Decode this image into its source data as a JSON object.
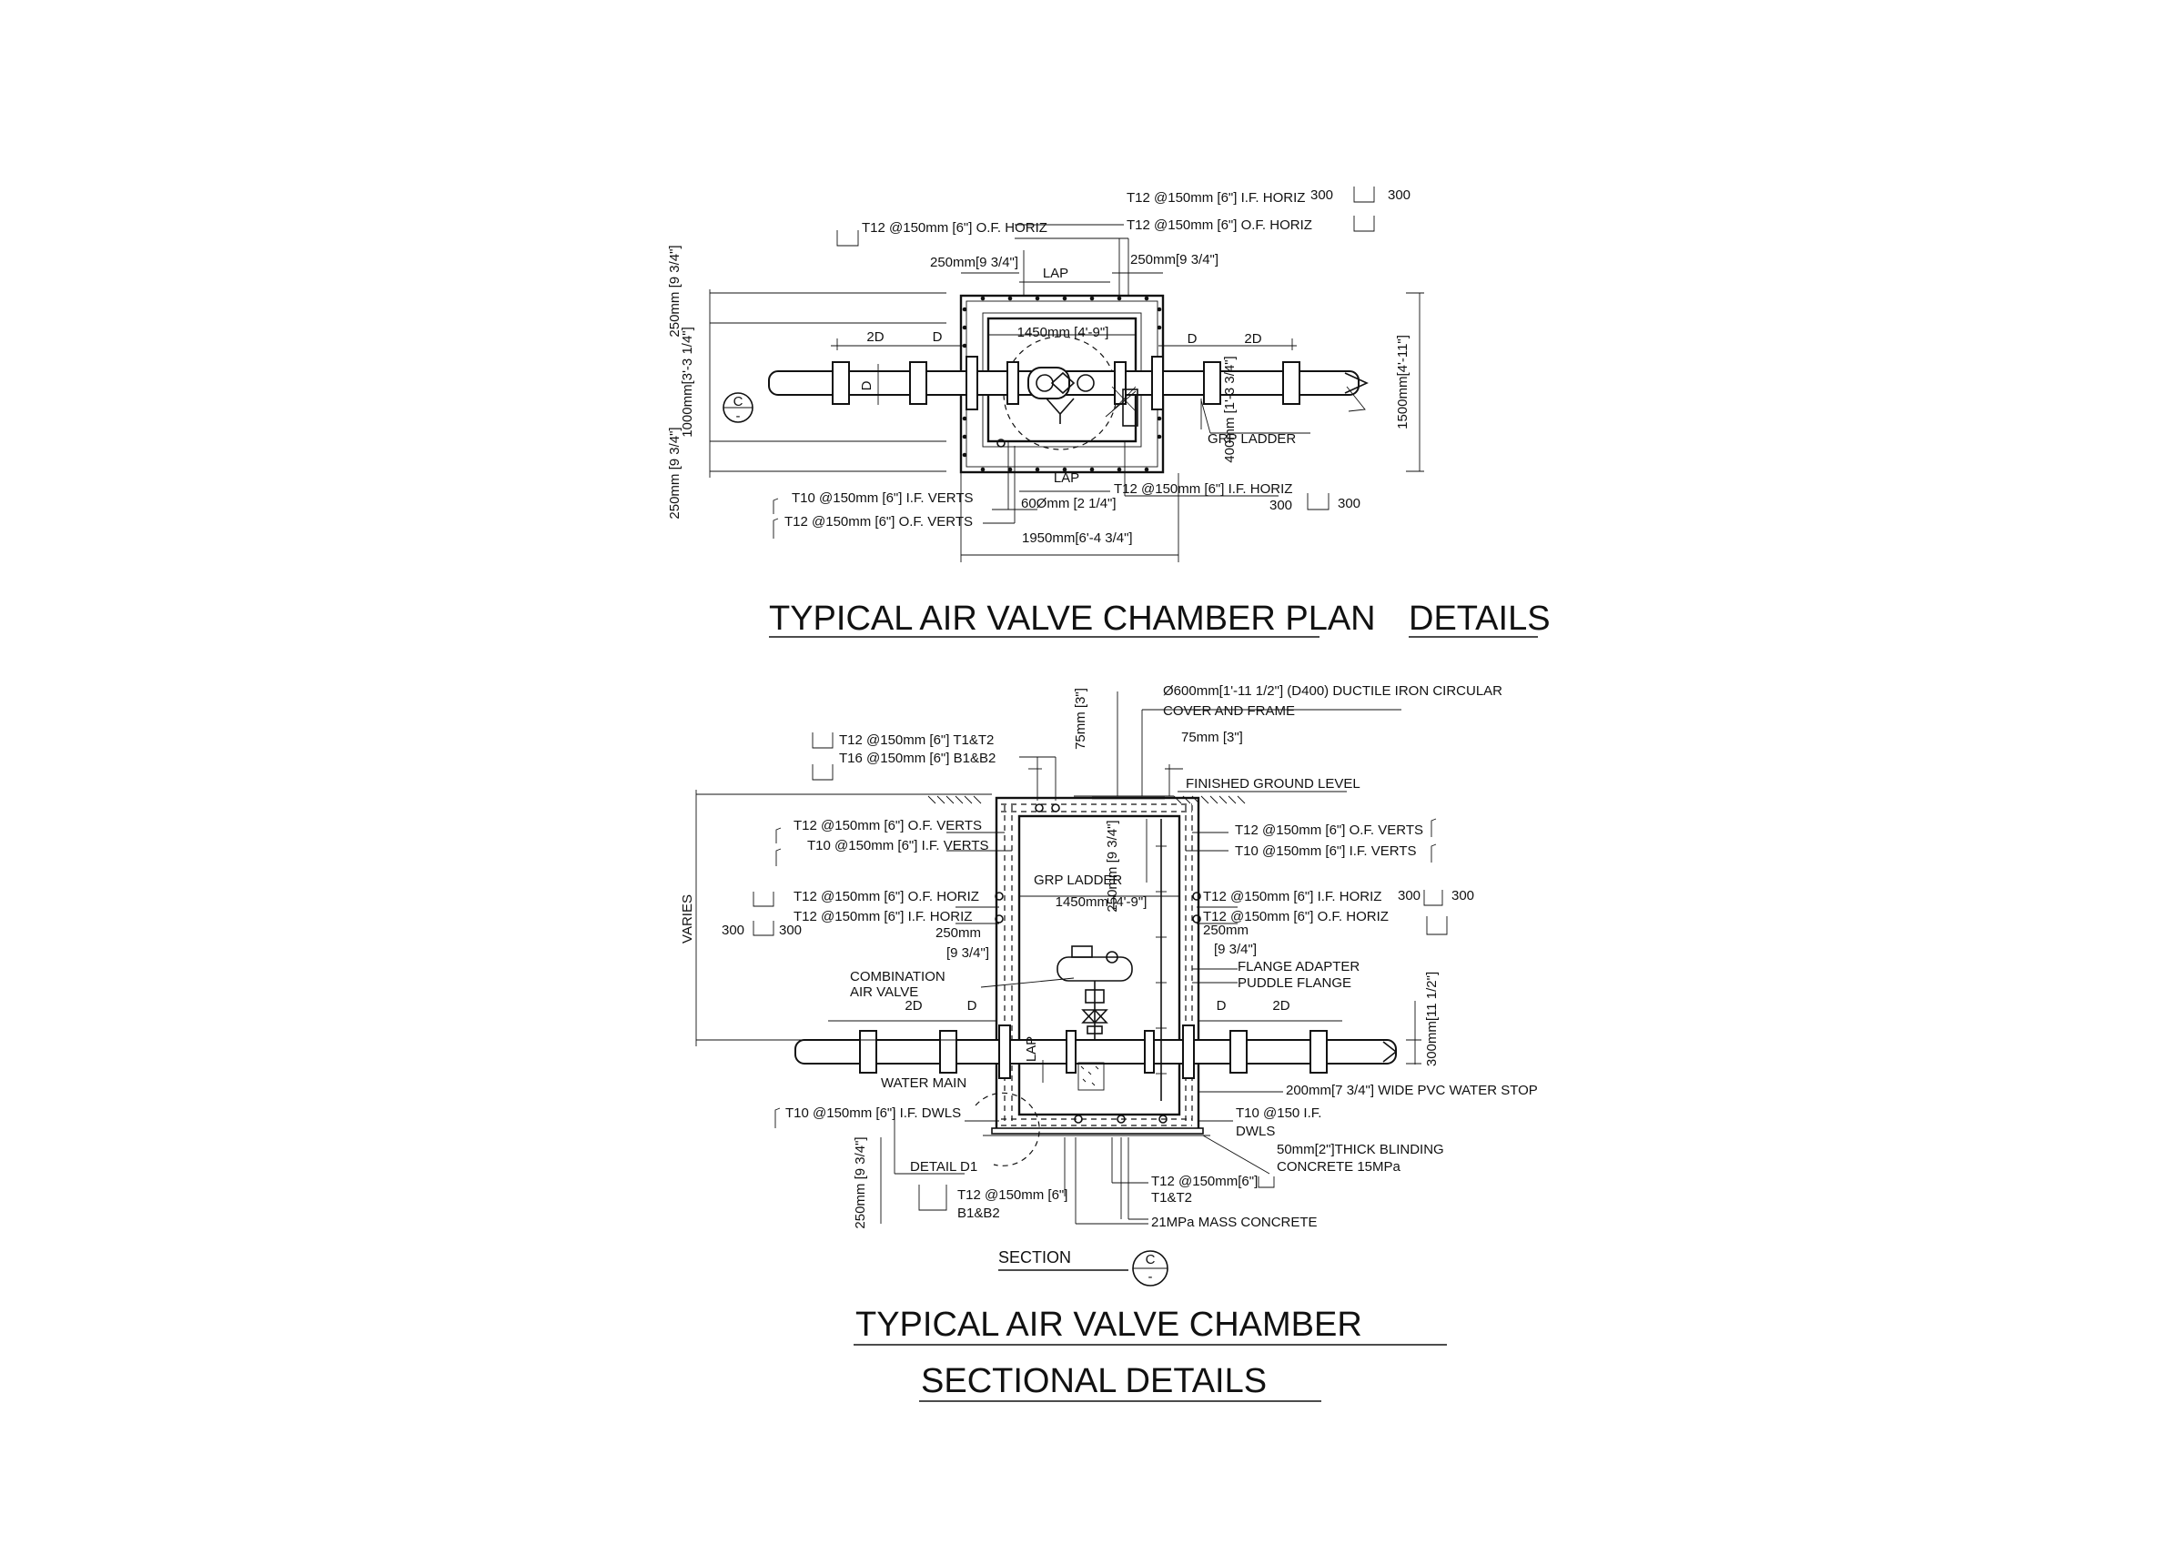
{
  "plan": {
    "title_left": "TYPICAL AIR VALVE CHAMBER PLAN",
    "title_right": "DETAILS",
    "labels": {
      "if_horiz_top": "T12 @150mm [6\"] I.F. HORIZ",
      "of_horiz_top_right": "T12 @150mm [6\"] O.F. HORIZ",
      "of_horiz_top_left": "T12 @150mm [6\"] O.F. HORIZ",
      "dim_300_a": "300",
      "dim_300_b": "300",
      "dim_250_left": "250mm[9 3/4\"]",
      "dim_250_right": "250mm[9 3/4\"]",
      "lap_top": "LAP",
      "lap_bottom": "LAP",
      "dim_1450": "1450mm [4'-9\"]",
      "dim_2d_left": "2D",
      "dim_d_left": "D",
      "dim_d_right": "D",
      "dim_2d_right": "2D",
      "dim_d_vert": "D",
      "dim_250_top_vert": "250mm [9 3/4\"]",
      "dim_1000_vert": "1000mm[3'-3 1/4\"]",
      "dim_250_bot_vert": "250mm [9 3/4\"]",
      "dim_1500_vert": "1500mm[4'-11\"]",
      "dim_400_vert": "400mm [1'-3 3/4\"]",
      "grp_ladder": "GRP LADDER",
      "t10_if_verts": "T10 @150mm [6\"] I.F. VERTS",
      "t12_of_verts": "T12 @150mm [6\"] O.F. VERTS",
      "dim_600": "60Ømm [2 1/4\"]",
      "t12_if_horiz_bottom": "T12 @150mm [6\"] I.F. HORIZ",
      "dim_300_c": "300",
      "dim_300_d": "300",
      "dim_1950": "1950mm[6'-4 3/4\"]",
      "section_mark_letter": "C",
      "section_mark_sub": "-"
    }
  },
  "section": {
    "title_line1": "TYPICAL AIR VALVE CHAMBER",
    "title_line2": "SECTIONAL DETAILS",
    "caption": "SECTION",
    "mark_letter": "C",
    "mark_sub": "-",
    "labels": {
      "cover": "Ø600mm[1'-11 1/2\"] (D400) DUCTILE IRON CIRCULAR",
      "cover2": "COVER AND FRAME",
      "dim_75_vert": "75mm [3\"]",
      "dim_75_horiz": "75mm [3\"]",
      "fgl": "FINISHED GROUND LEVEL",
      "t12_t1t2": "T12 @150mm [6\"] T1&T2",
      "t16_b1b2": "T16 @150mm [6\"] B1&B2",
      "l_of_verts": "T12 @150mm [6\"] O.F. VERTS",
      "l_if_verts": "T10 @150mm [6\"] I.F. VERTS",
      "r_of_verts": "T12 @150mm [6\"] O.F. VERTS",
      "r_if_verts": "T10 @150mm [6\"] I.F. VERTS",
      "dim_250_slab": "250mm [9 3/4\"]",
      "grp_ladder": "GRP LADDER",
      "dim_1450": "1450mm [4'-9\"]",
      "l_of_horiz": "T12 @150mm [6\"] O.F. HORIZ",
      "l_if_horiz": "T12 @150mm [6\"] I.F. HORIZ",
      "r_if_horiz": "T12 @150mm [6\"] I.F. HORIZ",
      "r_of_horiz": "T12 @150mm [6\"] O.F. HORIZ",
      "dim_250_l": "250mm",
      "dim_250_l2": "[9 3/4\"]",
      "dim_250_r": "250mm",
      "dim_250_r2": "[9 3/4\"]",
      "varies": "VARIES",
      "dim_300_l1": "300",
      "dim_300_l2": "300",
      "dim_300_r1": "300",
      "dim_300_r2": "300",
      "flange_adapter": "FLANGE ADAPTER",
      "puddle_flange": "PUDDLE FLANGE",
      "combination": "COMBINATION",
      "air_valve": "AIR VALVE",
      "dim_2d_l": "2D",
      "dim_d_l": "D",
      "dim_d_r": "D",
      "dim_2d_r": "2D",
      "dim_300_pipe": "300mm[11 1/2\"]",
      "lap": "LAP",
      "water_main": "WATER MAIN",
      "pvc_stop": "200mm[7 3/4\"] WIDE PVC WATER STOP",
      "t10_if_dwls": "T10 @150mm [6\"] I.F. DWLS",
      "t10_150_if": "T10 @150 I.F.",
      "dwls": "DWLS",
      "blinding1": "50mm[2\"]THICK BLINDING",
      "blinding2": "CONCRETE 15MPa",
      "detail_d1": "DETAIL D1",
      "dim_250_base": "250mm [9 3/4\"]",
      "t12_b1b2": "T12 @150mm [6\"]",
      "b1b2": "B1&B2",
      "t12_t1t2_base": "T12 @150mm[6\"]",
      "t1t2": "T1&T2",
      "mass_concrete": "21MPa MASS CONCRETE"
    }
  }
}
